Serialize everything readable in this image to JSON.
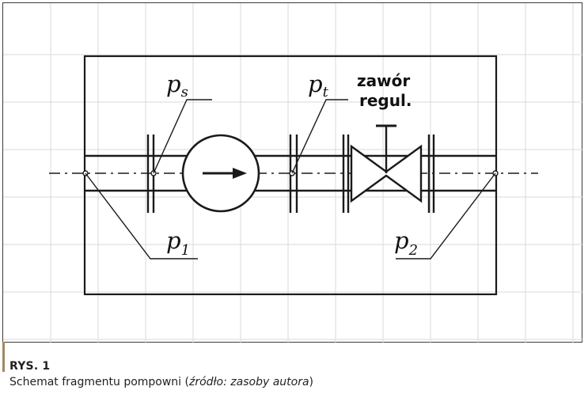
{
  "diagram": {
    "labels": {
      "ps_main": "p",
      "ps_sub": "s",
      "pt_main": "p",
      "pt_sub": "t",
      "p1_main": "p",
      "p1_sub": "1",
      "p2_main": "p",
      "p2_sub": "2",
      "valve_line1": "zawór",
      "valve_line2": "regul."
    },
    "colors": {
      "ink": "#1a1a1a",
      "grid": "#d8d8d8",
      "caption_bar": "#a08a60"
    },
    "icons": [
      "pump-icon",
      "flow-arrow-icon",
      "valve-icon",
      "flange-icon"
    ]
  },
  "caption": {
    "label": "RYS. 1",
    "text": "Schemat fragmentu pompowni (",
    "source": "źródło: zasoby autora",
    "close": ")"
  }
}
